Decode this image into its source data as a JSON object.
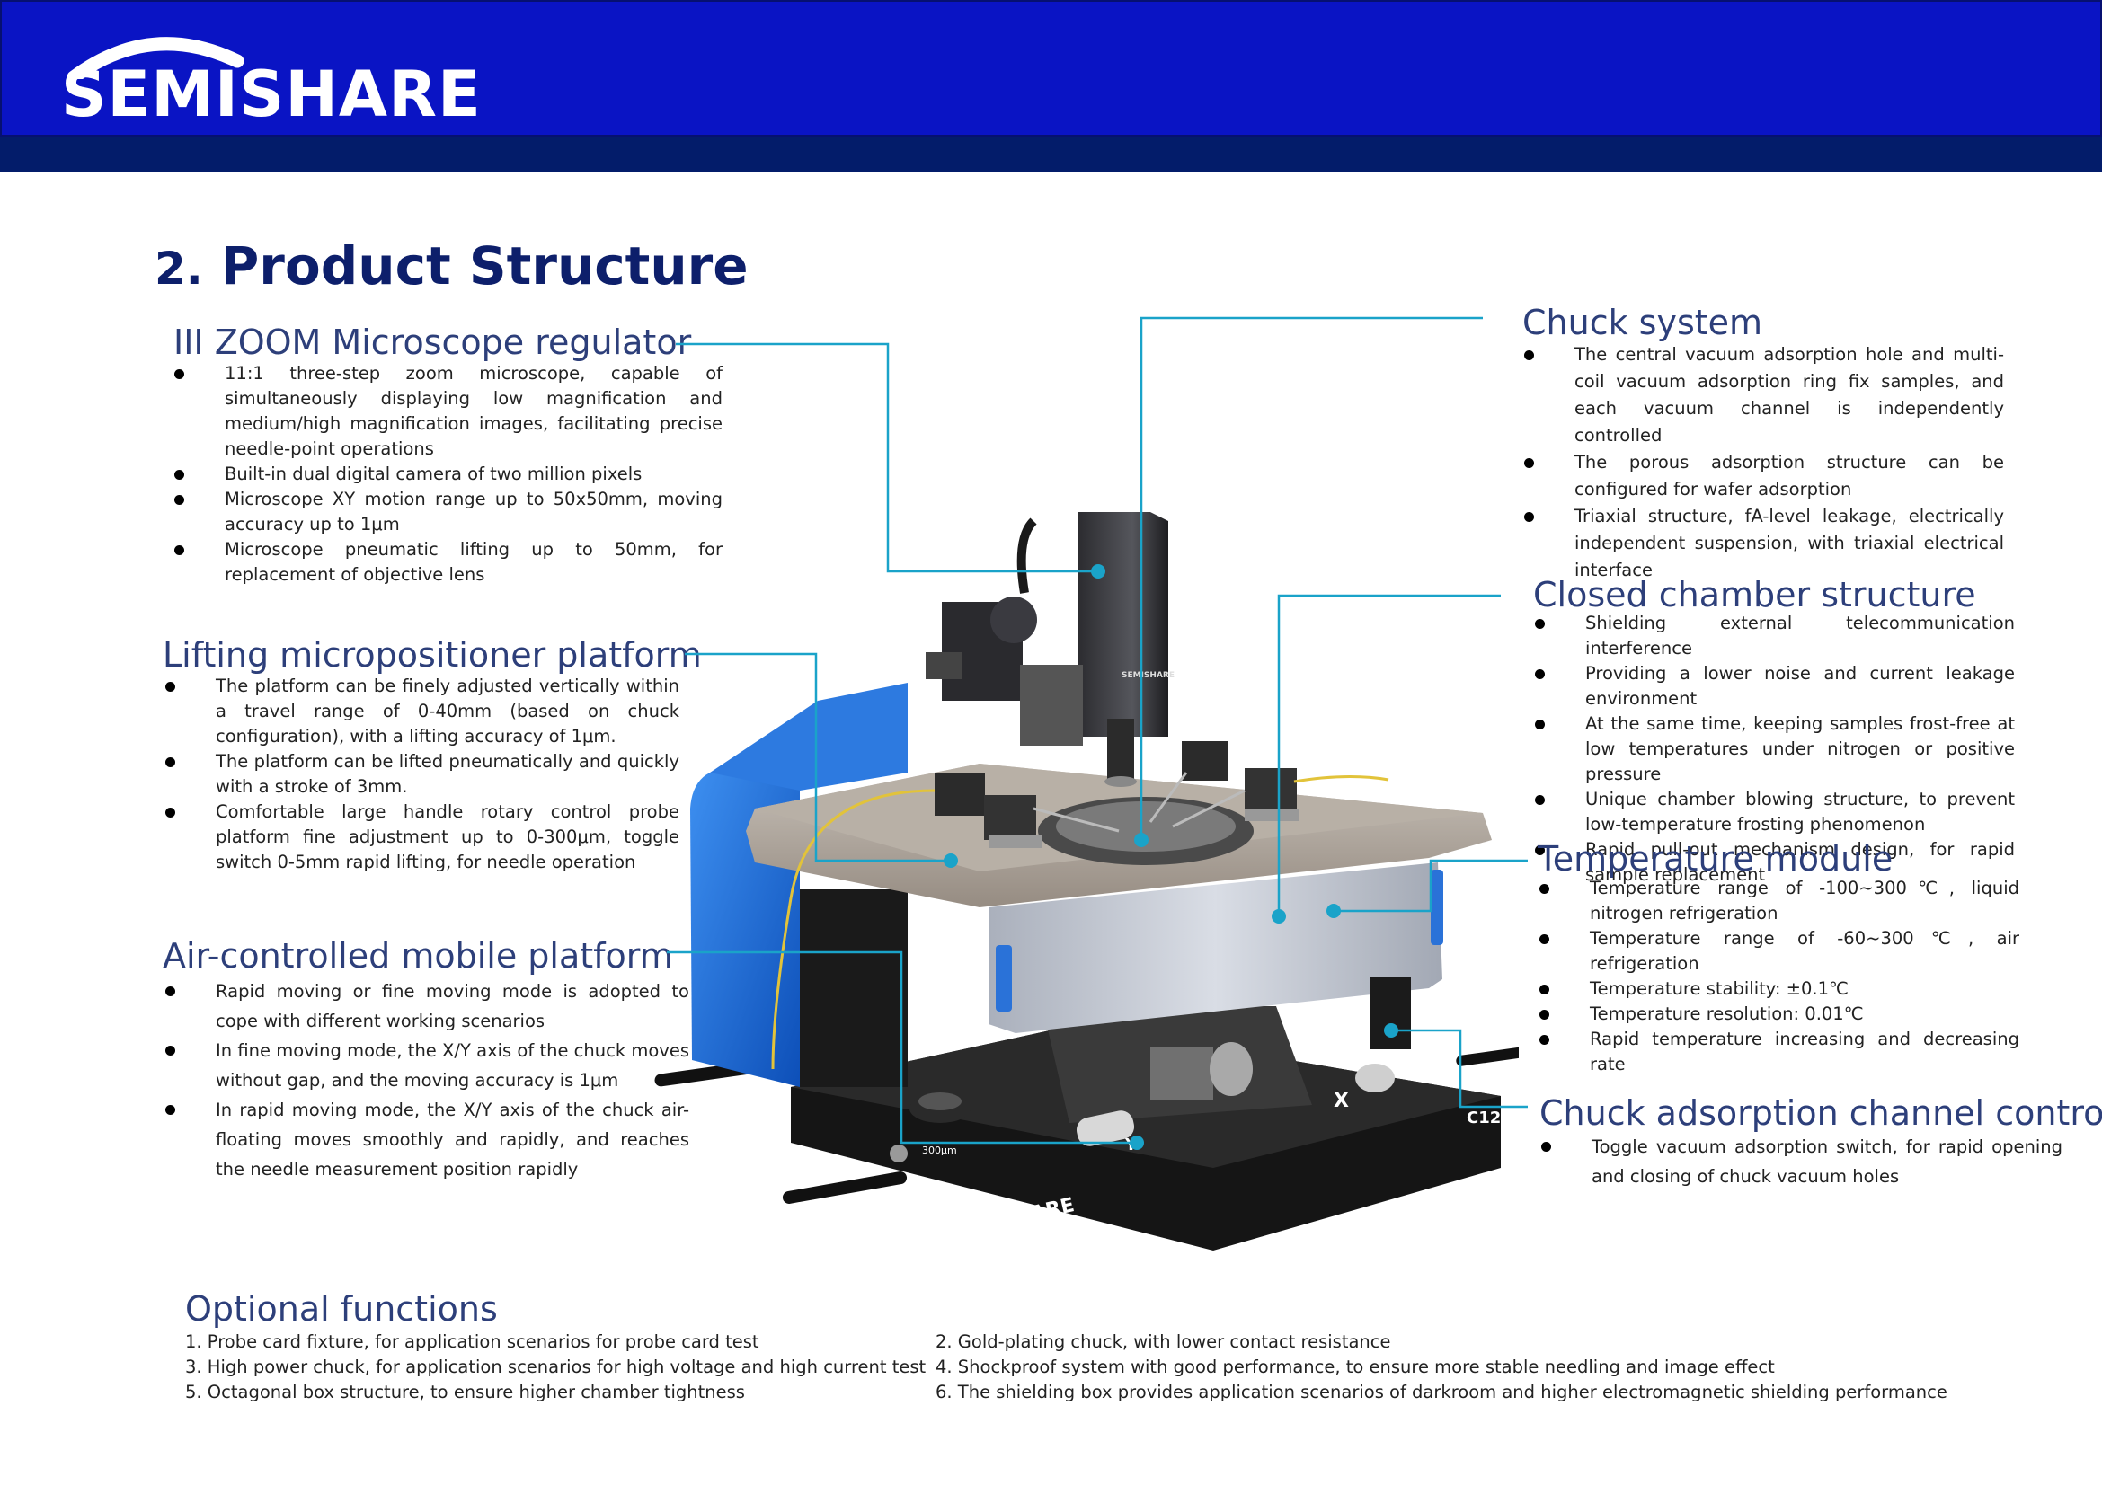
{
  "header": {
    "logo_text": "SEMISHARE",
    "brand_color": "#0a14c4",
    "band_color": "#031c6a"
  },
  "page": {
    "section_number": "2.",
    "section_title": "Product Structure"
  },
  "sections": {
    "microscope": {
      "title": "III ZOOM Microscope regulator",
      "items": [
        "11:1 three-step zoom microscope, capable of simultaneously displaying low magnification and medium/high magnification images, facilitating precise needle-point operations",
        "Built-in dual digital camera of two million pixels",
        "Microscope XY motion range up to 50x50mm, moving accuracy up to 1μm",
        "Microscope pneumatic lifting up to 50mm, for replacement of objective lens"
      ]
    },
    "lifting": {
      "title": "Lifting micropositioner platform",
      "items": [
        "The platform can be finely adjusted vertically within a travel range of 0-40mm (based on chuck configuration), with a lifting accuracy of 1μm.",
        "The platform can be lifted pneumatically and quickly with a stroke of 3mm.",
        "Comfortable large handle rotary control probe platform fine adjustment up to 0-300μm, toggle switch 0-5mm rapid lifting, for needle operation"
      ]
    },
    "air": {
      "title": "Air-controlled mobile platform",
      "items": [
        "Rapid moving or fine moving mode is adopted to cope with different working scenarios",
        "In fine moving mode, the X/Y axis of the chuck moves without gap, and the moving accuracy is 1μm",
        "In rapid moving mode, the X/Y axis of the chuck air-floating moves smoothly and rapidly, and reaches the needle measurement position rapidly"
      ]
    },
    "chuck": {
      "title": "Chuck system",
      "items": [
        "The central vacuum adsorption hole and multi-coil vacuum adsorption ring fix samples, and each vacuum channel is independently controlled",
        "The porous adsorption structure can be configured for wafer adsorption",
        "Triaxial structure, fA-level leakage, electrically independent suspension, with triaxial electrical interface"
      ]
    },
    "chamber": {
      "title": "Closed chamber structure",
      "items": [
        "Shielding external telecommunication interference",
        "Providing a lower noise and current leakage environment",
        "At the same time, keeping samples frost-free at low temperatures under nitrogen or positive pressure",
        "Unique chamber blowing structure, to prevent low-temperature frosting phenomenon",
        "Rapid pull-out mechanism design, for rapid sample replacement"
      ]
    },
    "temperature": {
      "title": "Temperature module",
      "items": [
        "Temperature range of -100~300℃, liquid nitrogen refrigeration",
        "Temperature range of -60~300℃, air refrigeration",
        "Temperature stability: ±0.1℃",
        "Temperature resolution: 0.01℃",
        "Rapid temperature increasing and decreasing rate"
      ]
    },
    "adsorption": {
      "title": "Chuck adsorption channel control",
      "items": [
        "Toggle vacuum adsorption switch, for rapid opening and closing of chuck vacuum holes"
      ]
    }
  },
  "machine": {
    "brand_label": "SEMISHARE",
    "model_label": "C12",
    "axis_x": "X",
    "axis_y": "Y",
    "scale_label": "300μm",
    "callout_color": "#1aa3c9"
  },
  "optional": {
    "title": "Optional functions",
    "items": [
      "1.  Probe card fixture, for application scenarios for probe card test",
      "2. Gold-plating chuck, with lower contact resistance",
      "3. High power chuck, for application scenarios for high voltage and high current test",
      "4. Shockproof system with good performance, to ensure more stable needling and image effect",
      "5. Octagonal box structure, to ensure higher chamber tightness",
      "6. The shielding box provides application scenarios of darkroom and higher electromagnetic shielding performance"
    ]
  }
}
